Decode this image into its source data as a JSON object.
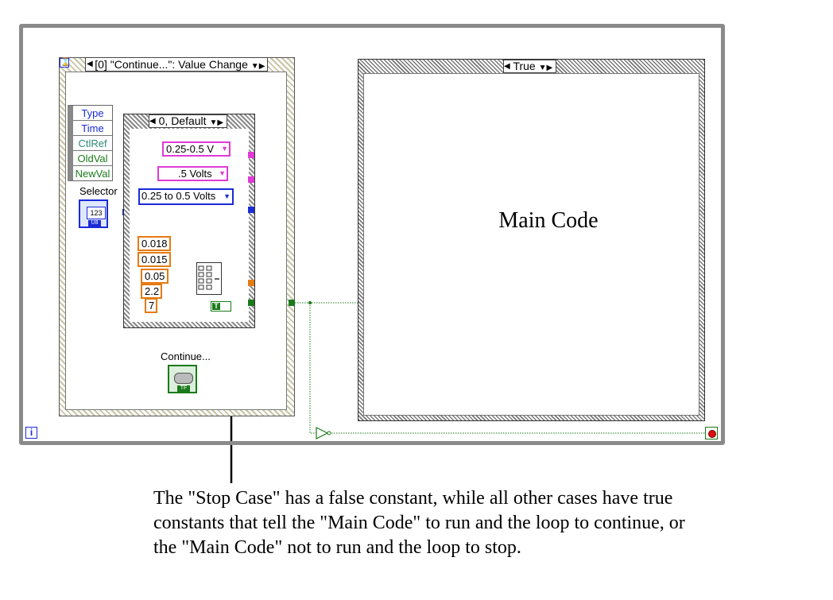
{
  "event_structure": {
    "selector_label": "[0] \"Continue...\": Value Change",
    "event_data_items": [
      "Type",
      "Time",
      "CtlRef",
      "OldVal",
      "NewVal"
    ],
    "selector_control_label": "Selector",
    "selector_terminal_text": "123",
    "selector_terminal_type": "U8",
    "continue_control_label": "Continue...",
    "continue_terminal_type": "TF"
  },
  "inner_case": {
    "selector_label": "0, Default",
    "ring_constants": [
      "0.25-0.5 V",
      ".5 Volts",
      "0.25 to 0.5 Volts"
    ],
    "numeric_constants": [
      "0.018",
      "0.015",
      "0.05",
      "2.2",
      "7"
    ],
    "boolean_constant": "T"
  },
  "right_case": {
    "selector_label": "True",
    "main_code_label": "Main Code"
  },
  "loop_iteration_label": "i",
  "annotation": "The \"Stop Case\" has a false constant, while all other cases have true constants that tell the \"Main Code\" to run and the loop to continue, or the \"Main Code\" not to run and the loop to stop.",
  "colors": {
    "string_wire": "#e03ad6",
    "enum_wire": "#1a2bd6",
    "numeric_wire": "#e57b12",
    "boolean_wire": "#1b7a1b"
  }
}
